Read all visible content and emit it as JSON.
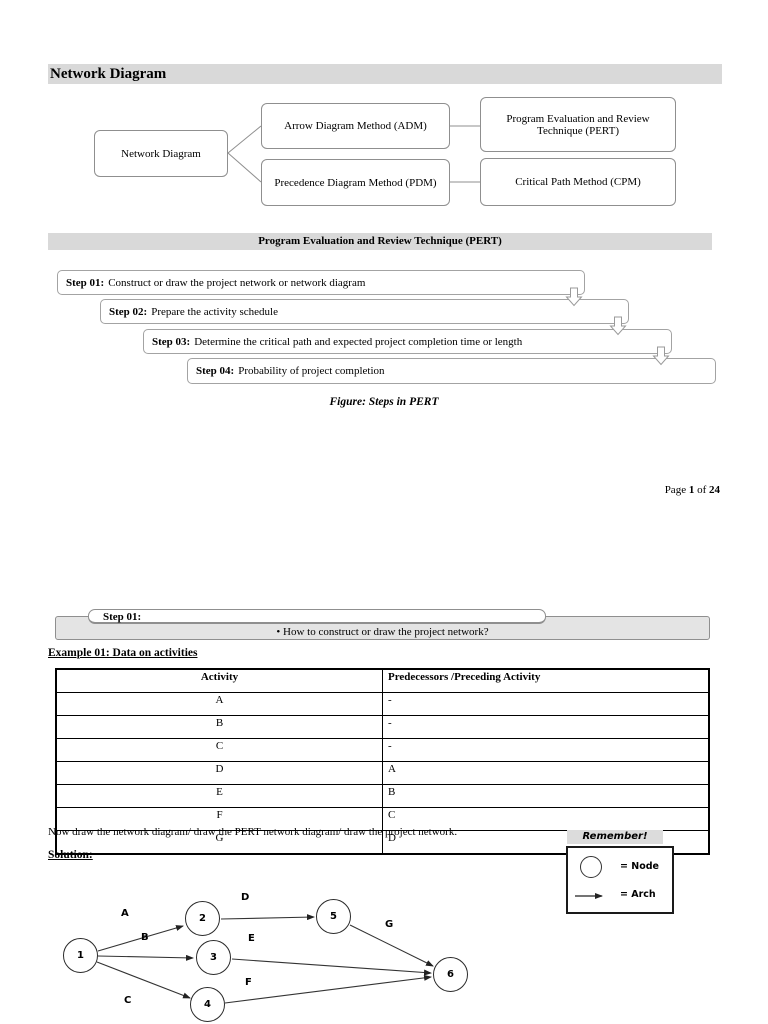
{
  "document": {
    "title": "Network Diagram",
    "classification_tree": {
      "root": "Network Diagram",
      "adm": "Arrow Diagram Method (ADM)",
      "pdm": "Precedence Diagram Method (PDM)",
      "pert": "Program Evaluation and Review Technique (PERT)",
      "cpm": "Critical Path Method (CPM)"
    },
    "pert_banner": "Program Evaluation and Review Technique (PERT)",
    "steps": [
      {
        "label": "Step 01:",
        "text": "Construct or draw the project network or network diagram"
      },
      {
        "label": "Step 02:",
        "text": "Prepare the activity schedule"
      },
      {
        "label": "Step 03:",
        "text": "Determine the critical path and expected project completion time or length"
      },
      {
        "label": "Step 04:",
        "text": "Probability of project completion"
      }
    ],
    "figure_caption": "Figure: Steps in PERT",
    "page_footer": {
      "prefix": "Page",
      "current": "1",
      "connector": "of",
      "total": "24"
    }
  },
  "page2": {
    "step_tab": "Step 01:",
    "question_bullet": "•",
    "question": "How to construct or draw the project network?",
    "example_heading": "Example 01: Data on activities",
    "activity_table": {
      "headers": [
        "Activity",
        "Predecessors /Preceding Activity"
      ],
      "rows": [
        {
          "activity": "A",
          "predecessor": "-"
        },
        {
          "activity": "B",
          "predecessor": "-"
        },
        {
          "activity": "C",
          "predecessor": "-"
        },
        {
          "activity": "D",
          "predecessor": "A"
        },
        {
          "activity": "E",
          "predecessor": "B"
        },
        {
          "activity": "F",
          "predecessor": "C"
        },
        {
          "activity": "G",
          "predecessor": "D"
        }
      ]
    },
    "instruction": "Now draw the network diagram/ draw the PERT network diagram/ draw the project network.",
    "solution_heading": "Solution:",
    "remember_box": {
      "title": "Remember!",
      "node_label": "= Node",
      "arch_label": "= Arch"
    },
    "network_diagram": {
      "nodes": [
        {
          "id": "1"
        },
        {
          "id": "2"
        },
        {
          "id": "3"
        },
        {
          "id": "4"
        },
        {
          "id": "5"
        },
        {
          "id": "6"
        }
      ],
      "arcs": [
        {
          "label": "A",
          "from": "1",
          "to": "2"
        },
        {
          "label": "B",
          "from": "1",
          "to": "3"
        },
        {
          "label": "C",
          "from": "1",
          "to": "4"
        },
        {
          "label": "D",
          "from": "2",
          "to": "5"
        },
        {
          "label": "E",
          "from": "3",
          "to": "6"
        },
        {
          "label": "F",
          "from": "4",
          "to": "6"
        },
        {
          "label": "G",
          "from": "5",
          "to": "6"
        }
      ]
    }
  }
}
